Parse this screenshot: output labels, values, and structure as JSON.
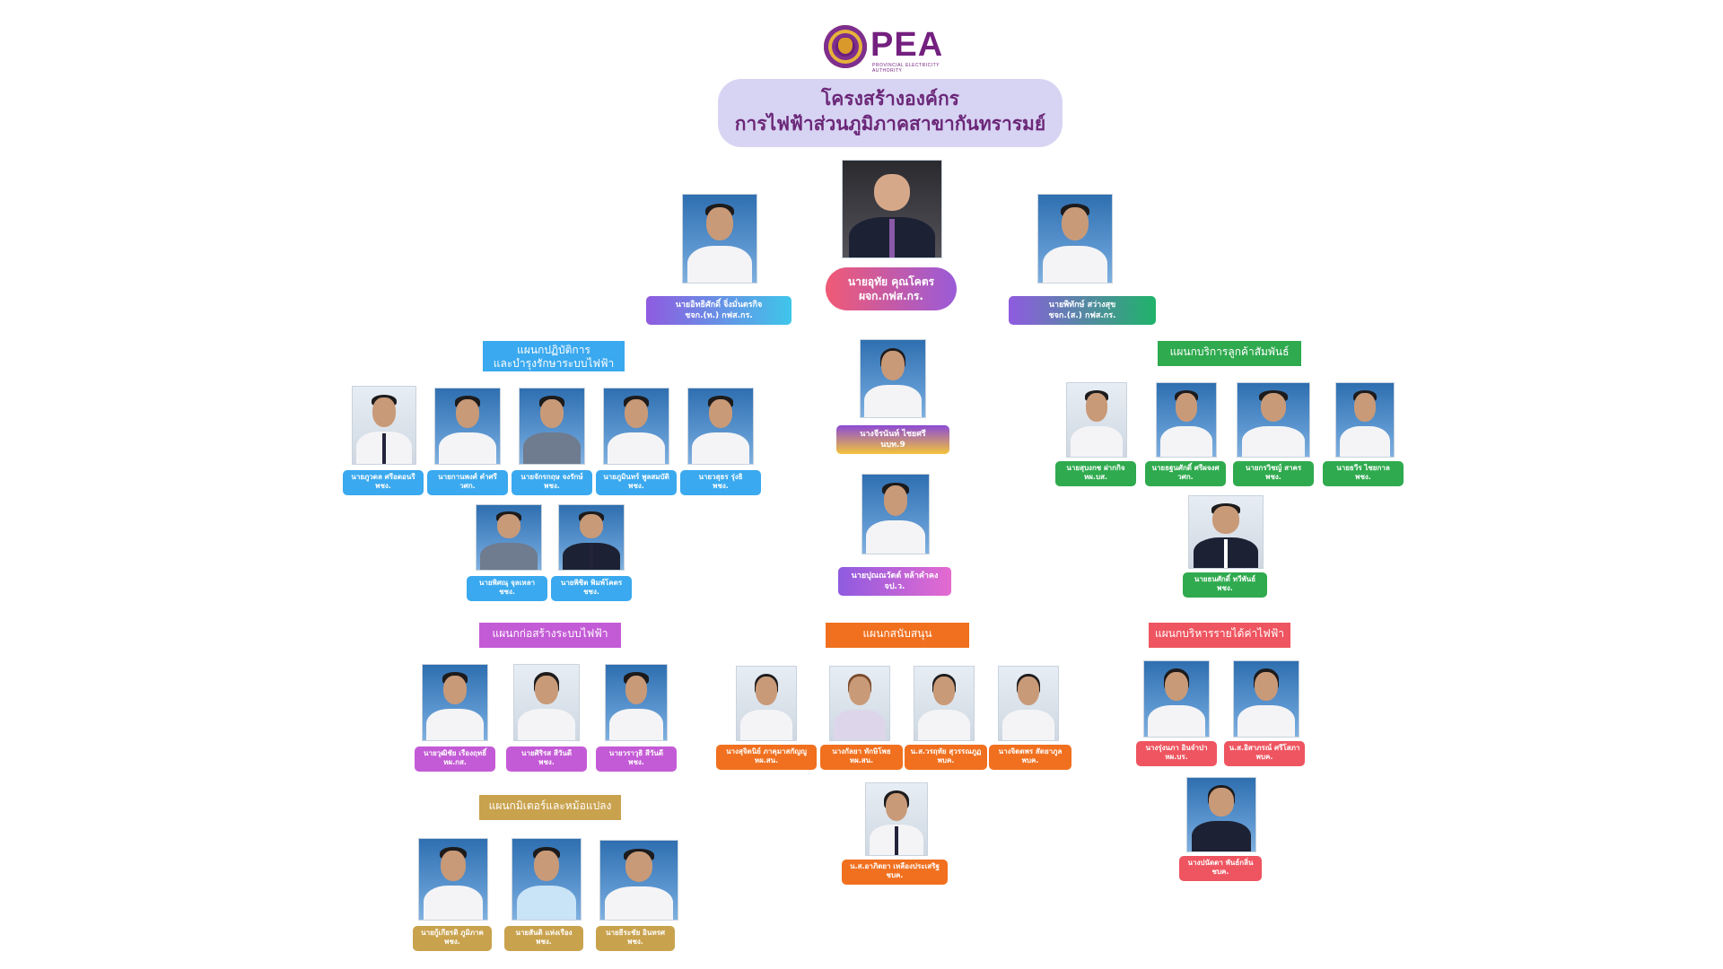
{
  "logo": {
    "brand": "PEA",
    "tagline": "PROVINCIAL ELECTRICITY AUTHORITY"
  },
  "title": {
    "line1": "โครงสร้างองค์กร",
    "line2": "การไฟฟ้าส่วนภูมิภาคสาขากันทรารมย์"
  },
  "leaders": {
    "manager": {
      "name": "นายอุทัย  คุณโคตร",
      "position": "ผจก.กฟส.กร."
    },
    "left_deputy": {
      "name": "นายอิทธิศักดิ์  จิ่งมั่นตรกิจ",
      "position": "ชจก.(ท.) กฟส.กร."
    },
    "right_deputy": {
      "name": "นายพิทักษ์  สว่างสุข",
      "position": "ชจก.(ส.) กฟส.กร."
    }
  },
  "center_staff": [
    {
      "name": "นางจีรนันท์  ไชยศรี",
      "position": "นบท.9"
    },
    {
      "name": "นายปุณณวัตต์  หล้าคำคง",
      "position": "จป.ว."
    }
  ],
  "departments": {
    "operations": {
      "title_line1": "แผนกปฏิบัติการ",
      "title_line2": "และบำรุงรักษาระบบไฟฟ้า",
      "members": [
        {
          "name": "นายภูวดล  ศรีอดอนรี",
          "position": "พชง."
        },
        {
          "name": "นายกานพงศ์  คำศรี",
          "position": "วศก."
        },
        {
          "name": "นายจักรกฤษ  จงรักษ์",
          "position": "พชง."
        },
        {
          "name": "นายภูมินทร์  พูลสมบัติ",
          "position": "พชง."
        },
        {
          "name": "นายวสุธร  รุ่งธิ",
          "position": "พชง."
        },
        {
          "name": "นายพิศณุ  จุลเหลา",
          "position": "ชชง."
        },
        {
          "name": "นายพิชิต  พิมพ์โคตร",
          "position": "ชชง."
        }
      ]
    },
    "customer": {
      "title": "แผนกบริการลูกค้าสัมพันธ์",
      "members": [
        {
          "name": "นายสุบงกช  ฝากกิจ",
          "position": "หผ.บส."
        },
        {
          "name": "นายธฐนศักดิ์  ศรีผจงศ",
          "position": "วศก."
        },
        {
          "name": "นายกรวิชญ์  สาคร",
          "position": "พชง."
        },
        {
          "name": "นายธวีร  ไชยกาล",
          "position": "พชง."
        },
        {
          "name": "นายธนศักดิ์  ทวีพันธ์",
          "position": "พชง."
        }
      ]
    },
    "construction": {
      "title": "แผนกก่อสร้างระบบไฟฟ้า",
      "members": [
        {
          "name": "นายวุฒิชัย  เรืองฤทธิ์",
          "position": "หผ.กส."
        },
        {
          "name": "นายศิริรส  สีวันดี",
          "position": "พชง."
        },
        {
          "name": "นายวราวุธิ  สีวันดี",
          "position": "พชง."
        }
      ]
    },
    "meter": {
      "title": "แผนกมิเตอร์และหม้อแปลง",
      "members": [
        {
          "name": "นายกู้เกียรติ  ภูมิภาค",
          "position": "พชง."
        },
        {
          "name": "นายสันติ  แห่งเรือง",
          "position": "พชง."
        },
        {
          "name": "นายธีระชัย  อินทรศ",
          "position": "พชง."
        }
      ]
    },
    "support": {
      "title": "แผนกสนับสนุน",
      "members": [
        {
          "name": "นางสุจิตนิย์  ภาคุมาสกัญญู",
          "position": "หผ.สน."
        },
        {
          "name": "นางกัลยา  ทักษิโพธ",
          "position": "หผ.สน."
        },
        {
          "name": "น.ส.วรฤทัย  สุวรรณภูฏ",
          "position": "พบค."
        },
        {
          "name": "นางจิตตพร  สัตยาภูล",
          "position": "พบค."
        },
        {
          "name": "น.ส.อาภิตยา  เหลืองประเสริฐ",
          "position": "ชบค."
        }
      ]
    },
    "revenue": {
      "title": "แผนกบริหารรายได้ค่าไฟฟ้า",
      "members": [
        {
          "name": "นางรุ่งนภา  อินจำปา",
          "position": "หผ.บร."
        },
        {
          "name": "น.ส.อิสาภรณ์  ศรีโสภา",
          "position": "พบค."
        },
        {
          "name": "นางปนัดดา  พันธ์กลิ่น",
          "position": "ชบค."
        }
      ]
    }
  },
  "colors": {
    "title_bg": "#d7d4f3",
    "title_text": "#6b2778",
    "operations": "#3aa9ef",
    "customer": "#2faa4e",
    "construction": "#c45bd6",
    "meter": "#c9a24e",
    "support": "#f0701f",
    "revenue": "#ee5560"
  }
}
